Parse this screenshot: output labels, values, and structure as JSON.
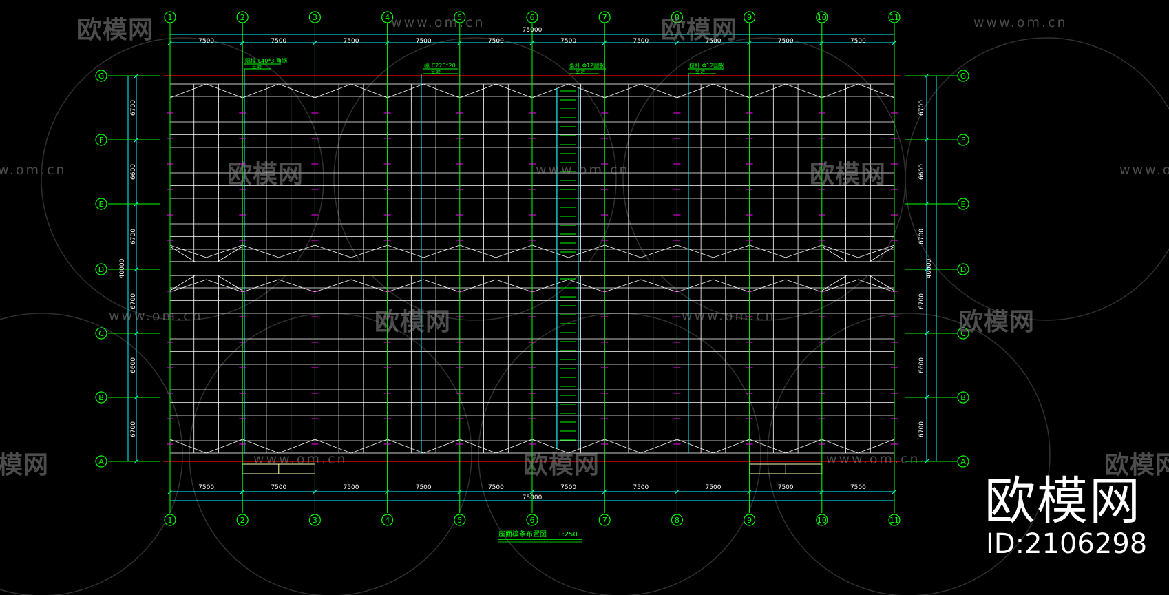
{
  "grid": {
    "columns": [
      "1",
      "2",
      "3",
      "4",
      "5",
      "6",
      "7",
      "8",
      "9",
      "10",
      "11"
    ],
    "rows": [
      "A",
      "B",
      "C",
      "D",
      "E",
      "F",
      "G"
    ],
    "bay_spans": [
      "7500",
      "7500",
      "7500",
      "7500",
      "7500",
      "7500",
      "7500",
      "7500",
      "7500",
      "7500"
    ],
    "total_length": "75000",
    "row_spans": [
      "6700",
      "6600",
      "6700",
      "6700",
      "6600",
      "6700"
    ],
    "total_width": "40000"
  },
  "notes": {
    "n1": "隅撑:L40*3,角钢",
    "n1_sub": "全 跨",
    "n2": "檩:C220*20",
    "n2_sub": "全 跨",
    "n3": "条杆:Φ12圆钢",
    "n3_sub": "全 跨",
    "n4": "拉杆:Φ12圆钢",
    "n4_sub": "全 跨"
  },
  "drawing_title": "屋面檩条布置图",
  "drawing_scale": "1:250",
  "watermark": {
    "cn": "欧模网",
    "url": "www.om.cn"
  },
  "logo": {
    "name": "欧模网",
    "id": "ID:2106298"
  },
  "colors": {
    "background": "#000000",
    "axis": "#00ff00",
    "structure": "#ffffff",
    "dimension": "#00ffff",
    "edge": "#ff0000",
    "mark": "#ff00ff",
    "beam": "#ffffaa",
    "note": "#00ff00"
  }
}
